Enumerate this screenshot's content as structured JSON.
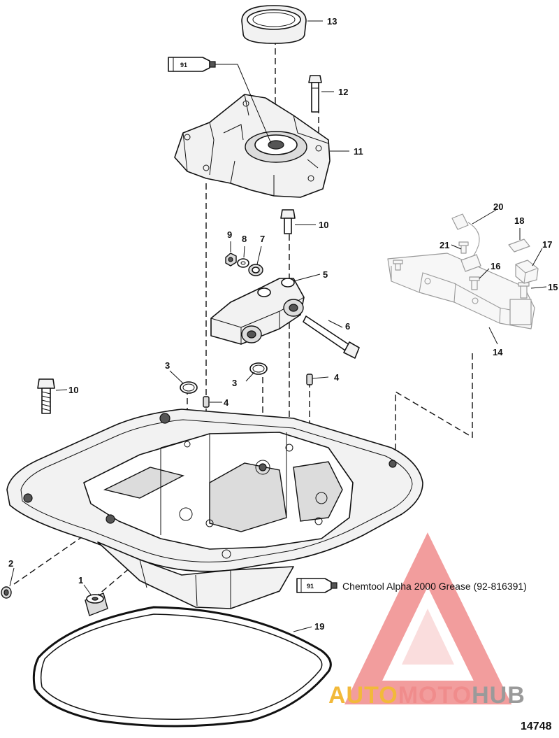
{
  "diagram": {
    "callouts": {
      "c1": "1",
      "c2": "2",
      "c3a": "3",
      "c3b": "3",
      "c4a": "4",
      "c4b": "4",
      "c5": "5",
      "c6": "6",
      "c7": "7",
      "c8": "8",
      "c9": "9",
      "c10a": "10",
      "c10b": "10",
      "c11": "11",
      "c12": "12",
      "c13": "13",
      "c14": "14",
      "c15": "15",
      "c16": "16",
      "c17": "17",
      "c18": "18",
      "c19": "19",
      "c20": "20",
      "c21": "21"
    },
    "sealant_code_top": "91",
    "sealant_code_legend": "91",
    "sealant_legend_text": "Chemtool Alpha 2000 Grease (92-816391)",
    "drawing_number": "14748"
  },
  "watermark": {
    "brand_auto": "AUTO",
    "brand_moto": "MOTO",
    "brand_hub": "HUB",
    "colors": {
      "triangle": "#f08c8c",
      "auto": "#f2b93a",
      "moto": "#f08c8c",
      "hub": "#9a9a9a"
    }
  },
  "icons": [
    "sealant-tube-icon",
    "watermark-triangle-logo"
  ]
}
